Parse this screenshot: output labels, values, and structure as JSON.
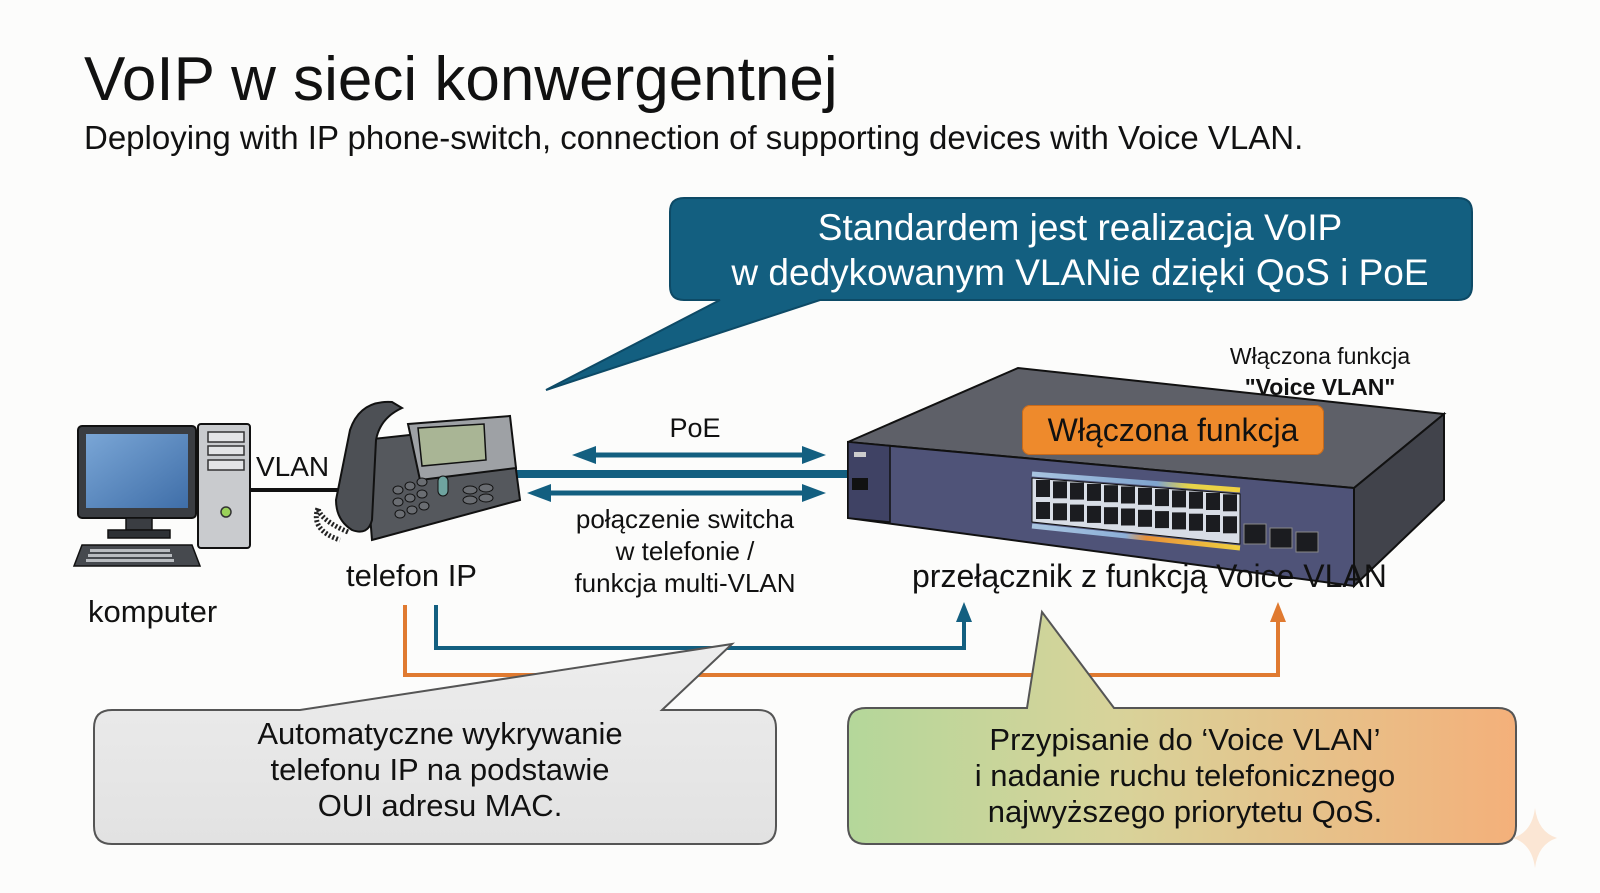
{
  "header": {
    "title": "VoIP w sieci konwergentnej",
    "subtitle": "Deploying with IP phone-switch, connection of supporting devices with Voice VLAN."
  },
  "callouts": {
    "top": {
      "line1": "Standardem jest realizacja VoIP",
      "line2": "w dedykowanym VLANie dzięki QoS i PoE",
      "color": "#135f80"
    },
    "detection": {
      "line1": "Automatyczne wykrywanie",
      "line2": "telefonu IP na podstawie",
      "line3": "OUI adresu MAC.",
      "color": "#e6e6e6"
    },
    "assignment": {
      "line1": "Przypisanie do ‘Voice VLAN’",
      "line2": "i nadanie ruchu telefonicznego",
      "line3": "najwyższego priorytetu QoS.",
      "gradient_from": "#b7d89a",
      "gradient_to": "#f4b27c"
    }
  },
  "devices": {
    "computer": {
      "label": "komputer",
      "icon": "desktop-computer-icon"
    },
    "phone": {
      "label": "telefon IP",
      "icon": "ip-phone-icon"
    },
    "switch": {
      "label": "przełącznik z funkcją Voice VLAN",
      "icon": "network-switch-icon"
    }
  },
  "links": {
    "pc_phone": "VLAN",
    "poe": "PoE",
    "multi_vlan": {
      "line1": "połączenie switcha",
      "line2": "w telefonie /",
      "line3": "funkcja multi-VLAN"
    }
  },
  "switch_notes": {
    "note_line1": "Włączona funkcja",
    "note_line2": "\"Voice VLAN\"",
    "badge": "Włączona funkcja",
    "badge_color": "#ee8a2c"
  },
  "colors": {
    "blue_line": "#135f80",
    "orange_line": "#e07a30"
  },
  "decor": {
    "corner_icon": "sparkle-icon"
  }
}
